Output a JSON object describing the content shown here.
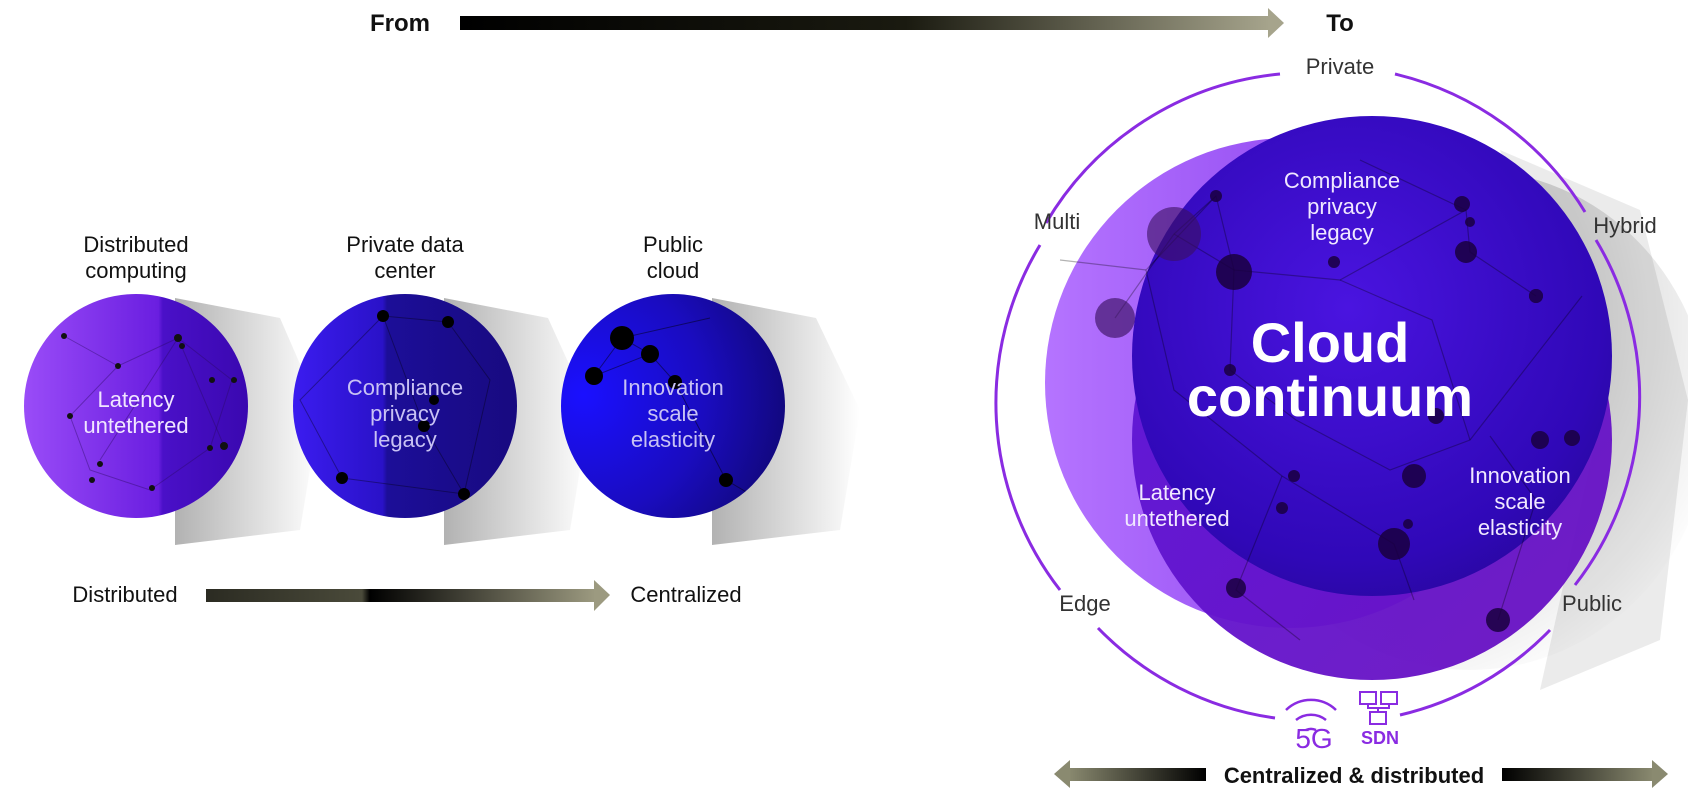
{
  "header": {
    "from": "From",
    "to": "To"
  },
  "left": {
    "circles": [
      {
        "title_l1": "Distributed",
        "title_l2": "computing",
        "text_l1": "Latency",
        "text_l2": "untethered"
      },
      {
        "title_l1": "Private data",
        "title_l2": "center",
        "text_l1": "Compliance",
        "text_l2": "privacy",
        "text_l3": "legacy"
      },
      {
        "title_l1": "Public",
        "title_l2": "cloud",
        "text_l1": "Innovation",
        "text_l2": "scale",
        "text_l3": "elasticity"
      }
    ],
    "axis": {
      "start": "Distributed",
      "end": "Centralized"
    }
  },
  "right": {
    "title_l1": "Cloud",
    "title_l2": "continuum",
    "ring_labels": {
      "top": "Private",
      "left_top": "Multi",
      "right_top": "Hybrid",
      "left_bottom": "Edge",
      "right_bottom": "Public"
    },
    "inner_top": {
      "l1": "Compliance",
      "l2": "privacy",
      "l3": "legacy"
    },
    "inner_left": {
      "l1": "Latency",
      "l2": "untethered"
    },
    "inner_right": {
      "l1": "Innovation",
      "l2": "scale",
      "l3": "elasticity"
    },
    "badges": {
      "g5": "5G",
      "sdn": "SDN"
    },
    "bottom_axis": "Centralized & distributed"
  },
  "colors": {
    "purple": "#8a2be2",
    "violet": "#a050f0",
    "deep_blue": "#2a00b0",
    "black": "#000000"
  }
}
